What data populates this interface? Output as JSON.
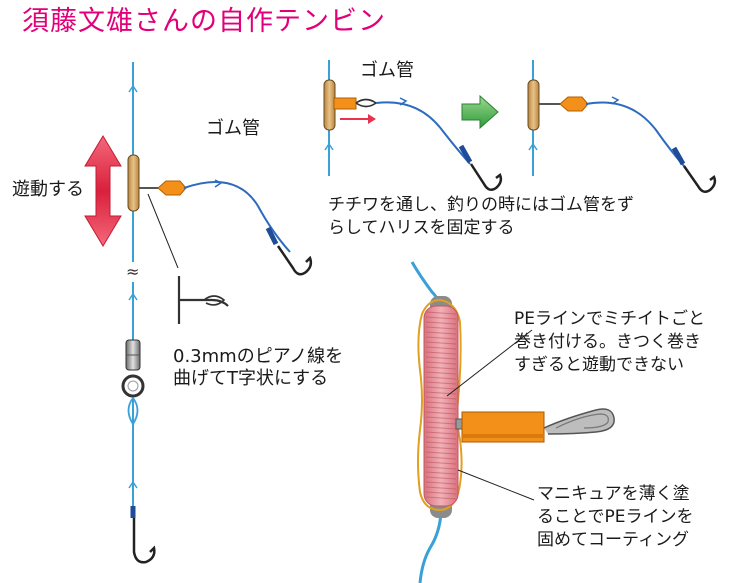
{
  "title": "須藤文雄さんの自作テンビン",
  "labels": {
    "yudo": "遊動する",
    "gomukan_main": "ゴム管",
    "gomukan_top": "ゴム管",
    "tilde": "≈",
    "piano_line1": "0.3mmのピアノ線を",
    "piano_line2": "曲げてT字状にする",
    "chichiwa_line1": "チチワを通し、釣りの時にはゴム管をず",
    "chichiwa_line2": "らしてハリスを固定する",
    "pe_line1": "PEラインでミチイトごと",
    "pe_line2": "巻き付ける。きつく巻き",
    "pe_line3": "すぎると遊動できない",
    "mani_line1": "マニキュアを薄く塗",
    "mani_line2": "ることでPEラインを",
    "mani_line3": "固めてコーティング"
  },
  "colors": {
    "title": "#e2007a",
    "line": "#3aa0d8",
    "harisu": "#2d6bbf",
    "rubber_tube": "#f39019",
    "cork": "#d9a96a",
    "arrow_red": "#e8324f",
    "arrow_green": "#4caf50",
    "wrap_pink": "#e8909a"
  }
}
